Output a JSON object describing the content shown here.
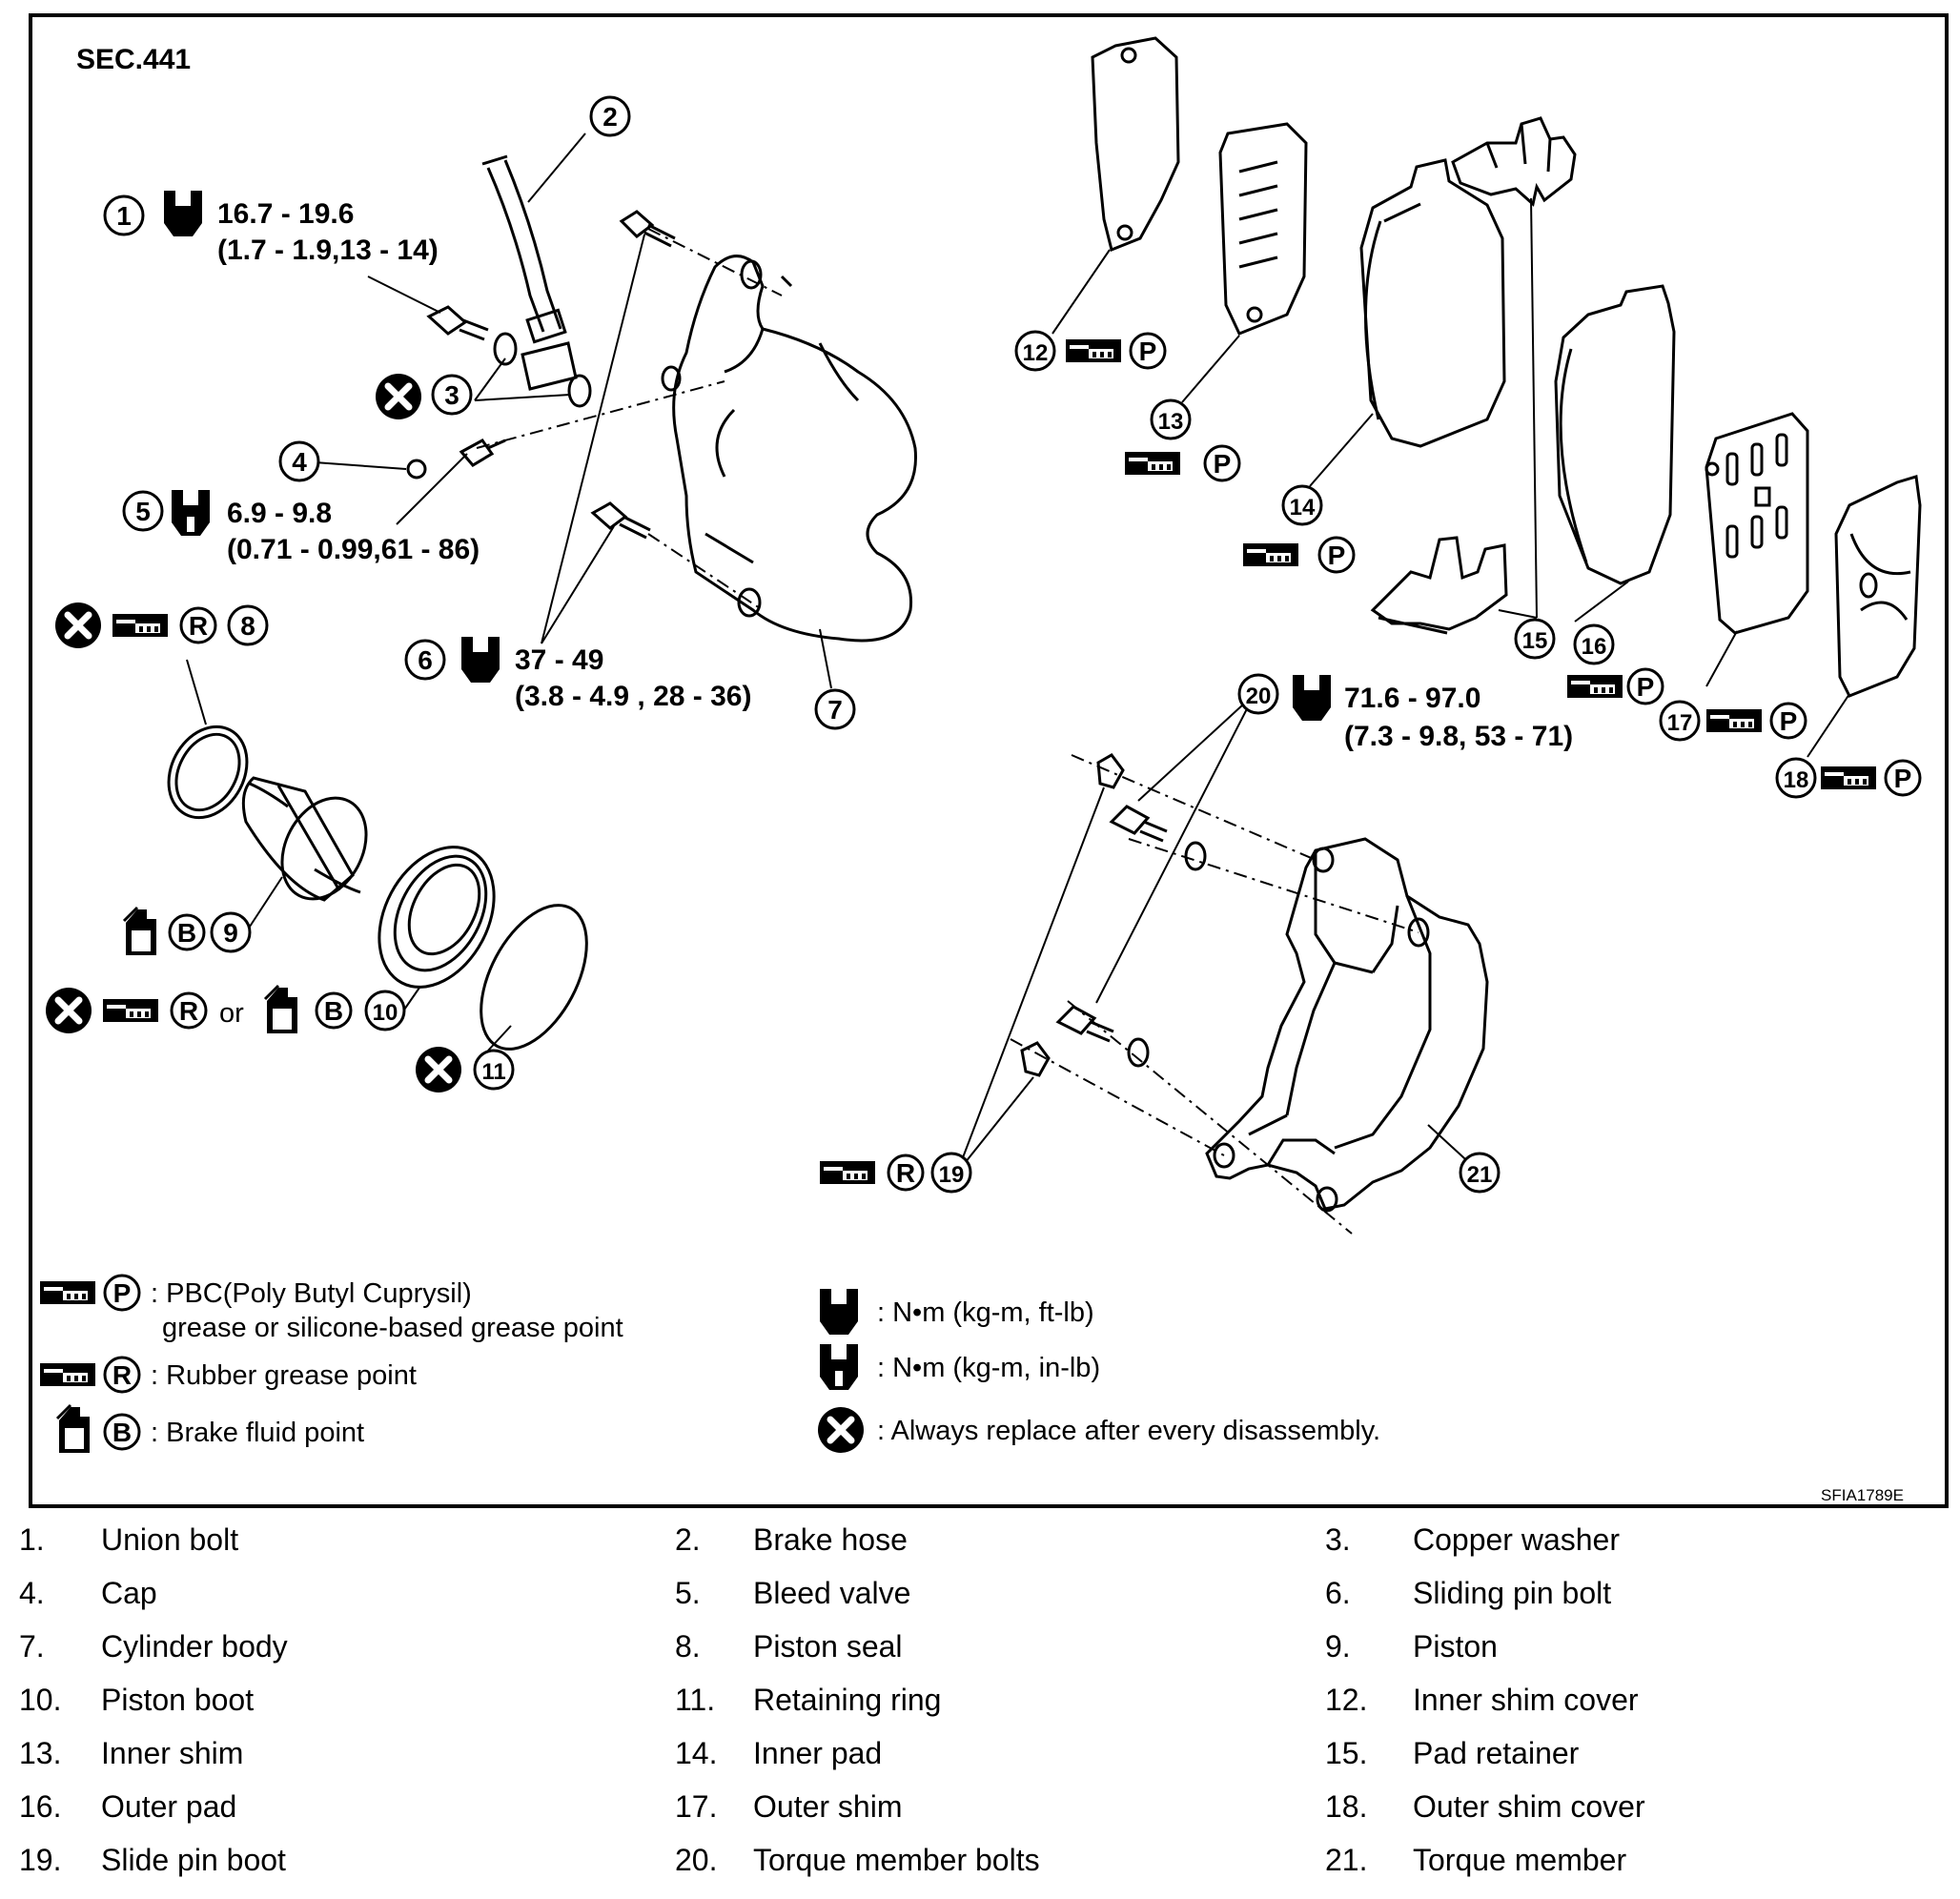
{
  "section_label": "SEC.441",
  "figure_code": "SFIA1789E",
  "callout_numbers": [
    "1",
    "2",
    "3",
    "4",
    "5",
    "6",
    "7",
    "8",
    "9",
    "10",
    "11",
    "12",
    "13",
    "14",
    "15",
    "16",
    "17",
    "18",
    "19",
    "20",
    "21"
  ],
  "torques": {
    "t1_a": "16.7 - 19.6",
    "t1_b": "(1.7 - 1.9,13 - 14)",
    "t5_a": "6.9 - 9.8",
    "t5_b": "(0.71 - 0.99,61 - 86)",
    "t6_a": "37 - 49",
    "t6_b": "(3.8 - 4.9 , 28 - 36)",
    "t20_a": "71.6 - 97.0",
    "t20_b": "(7.3 - 9.8, 53 - 71)"
  },
  "symbols": {
    "P": "P",
    "R": "R",
    "B": "B",
    "or": "or"
  },
  "legend": {
    "pbc_line1": ": PBC(Poly Butyl Cuprysil)",
    "pbc_line2": "grease or silicone-based grease point",
    "rubber": ": Rubber grease point",
    "brake_fluid": ": Brake fluid point",
    "nm_ftlb": ":  N•m  (kg-m,  ft-lb)",
    "nm_inlb": ":  N•m  (kg-m,  in-lb)",
    "replace": ": Always replace after every disassembly."
  },
  "parts": [
    {
      "num": "1.",
      "name": "Union bolt"
    },
    {
      "num": "2.",
      "name": "Brake hose"
    },
    {
      "num": "3.",
      "name": "Copper washer"
    },
    {
      "num": "4.",
      "name": "Cap"
    },
    {
      "num": "5.",
      "name": "Bleed valve"
    },
    {
      "num": "6.",
      "name": "Sliding pin bolt"
    },
    {
      "num": "7.",
      "name": "Cylinder body"
    },
    {
      "num": "8.",
      "name": "Piston seal"
    },
    {
      "num": "9.",
      "name": "Piston"
    },
    {
      "num": "10.",
      "name": "Piston boot"
    },
    {
      "num": "11.",
      "name": "Retaining ring"
    },
    {
      "num": "12.",
      "name": "Inner shim cover"
    },
    {
      "num": "13.",
      "name": "Inner shim"
    },
    {
      "num": "14.",
      "name": "Inner pad"
    },
    {
      "num": "15.",
      "name": "Pad retainer"
    },
    {
      "num": "16.",
      "name": "Outer pad"
    },
    {
      "num": "17.",
      "name": "Outer shim"
    },
    {
      "num": "18.",
      "name": "Outer shim cover"
    },
    {
      "num": "19.",
      "name": "Slide pin boot"
    },
    {
      "num": "20.",
      "name": "Torque member bolts"
    },
    {
      "num": "21.",
      "name": "Torque member"
    }
  ]
}
